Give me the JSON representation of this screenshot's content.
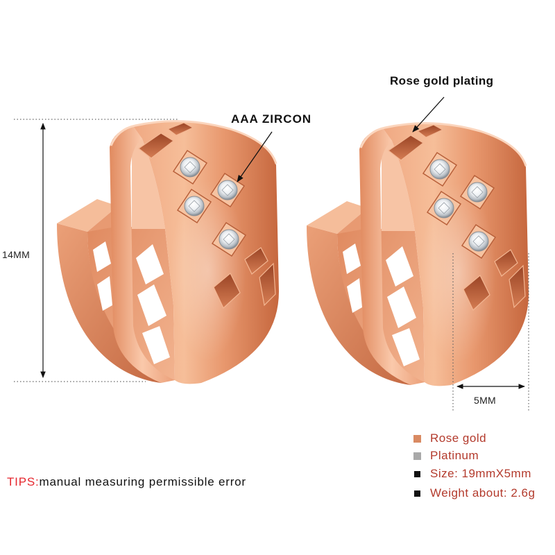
{
  "dimensions": {
    "height": "14MM",
    "width": "5MM"
  },
  "callouts": {
    "zircon": "AAA ZIRCON",
    "plating": "Rose gold plating"
  },
  "legend": [
    {
      "icon": "rose-gold-swatch",
      "color": "#d98a62",
      "label": "Rose gold"
    },
    {
      "icon": "platinum-swatch",
      "color": "#a9a9a9",
      "label": "Platinum"
    },
    {
      "icon": "bullet-square-icon",
      "color": "#111111",
      "label": "Size: 19mmX5mm"
    },
    {
      "icon": "bullet-square-icon",
      "color": "#111111",
      "label": "Weight about: 2.6g"
    }
  ],
  "tips": {
    "prefix": "TIPS:",
    "text": "manual measuring permissible error"
  },
  "colors": {
    "legend_text": "#b33a2c",
    "tips_accent": "#e5262d",
    "rose_gold": "#e3946a"
  }
}
